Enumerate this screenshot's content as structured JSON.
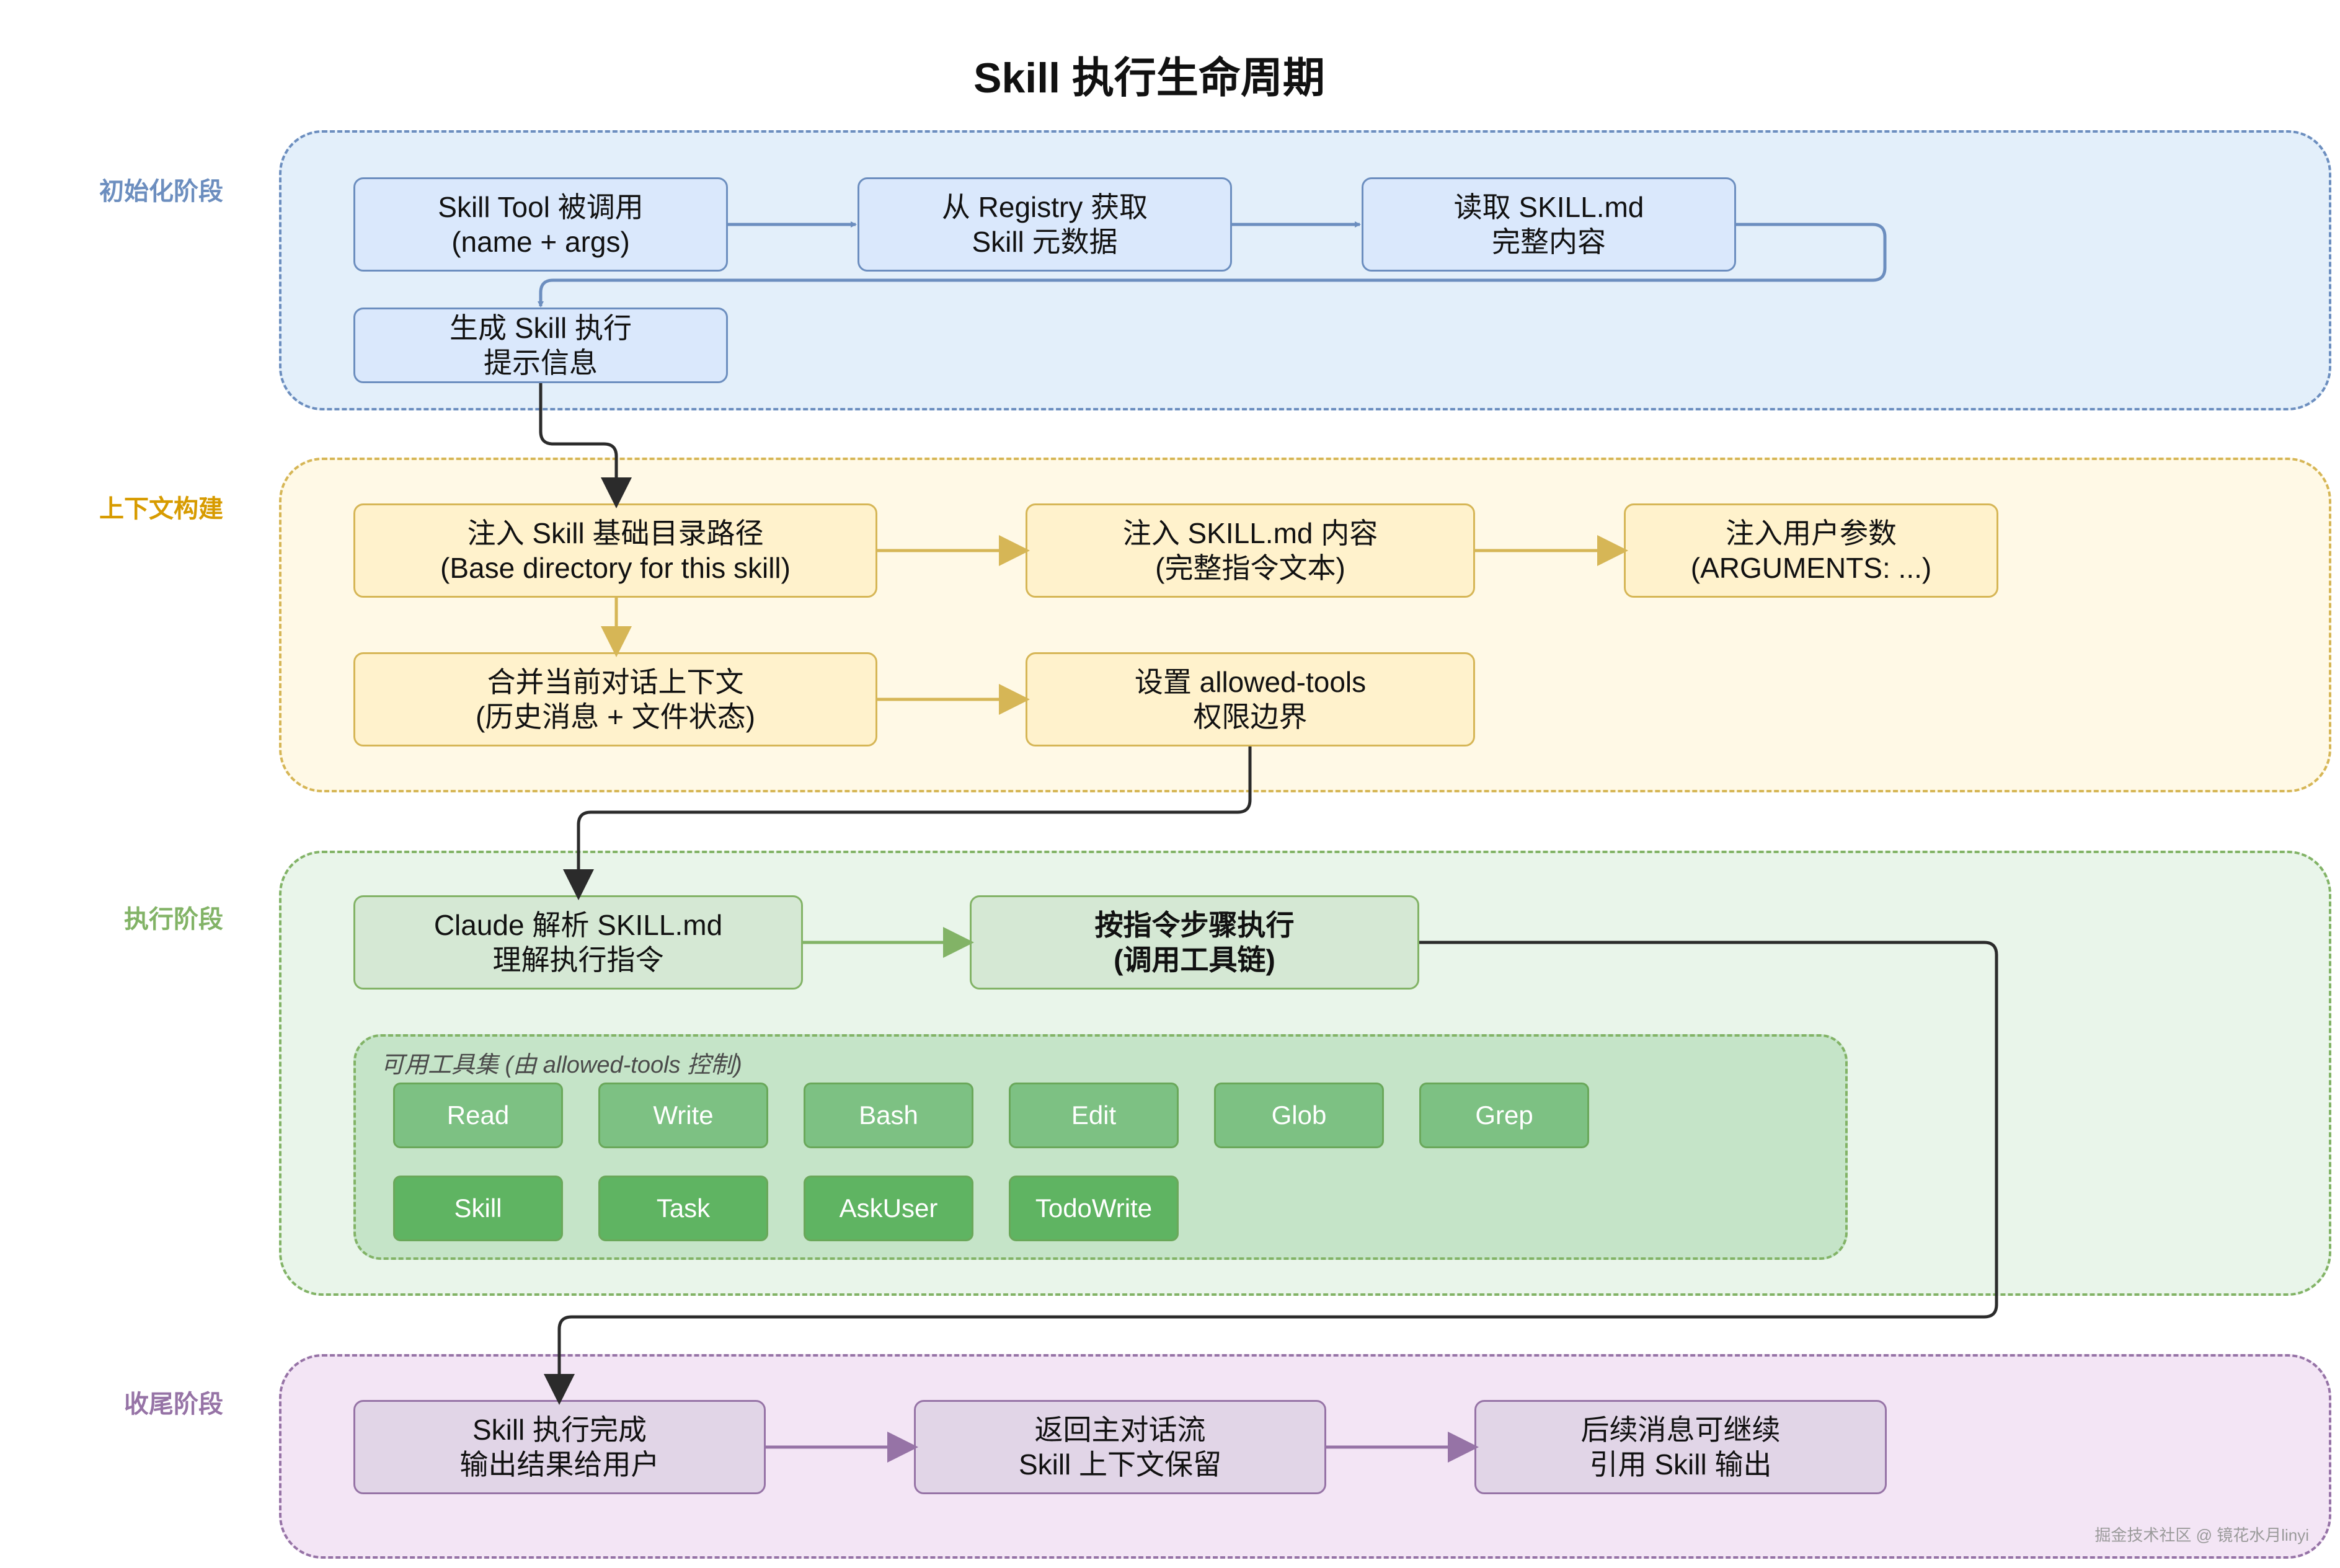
{
  "title": "Skill 执行生命周期",
  "colors": {
    "init_fill": "#e3effa",
    "init_border": "#6c8ebf",
    "init_node": "#dae8fc",
    "init_label": "#6c8ebf",
    "ctx_fill": "#fff9e6",
    "ctx_border": "#d6b656",
    "ctx_node": "#fff2cc",
    "ctx_label": "#d79b00",
    "exec_fill": "#e9f5ea",
    "exec_border": "#82b366",
    "exec_node": "#d5e8d4",
    "exec_label": "#82b366",
    "end_fill": "#f3e5f5",
    "end_border": "#9673a6",
    "end_node": "#e1d5e7",
    "end_label": "#9673a6",
    "connector": "#2b2b2b"
  },
  "phases": {
    "init": {
      "label": "初始化阶段",
      "n1": [
        "Skill Tool 被调用",
        "(name + args)"
      ],
      "n2": [
        "从 Registry 获取",
        "Skill 元数据"
      ],
      "n3": [
        "读取 SKILL.md",
        "完整内容"
      ],
      "n4": [
        "生成 Skill 执行",
        "提示信息"
      ]
    },
    "context": {
      "label": "上下文构建",
      "n1": [
        "注入 Skill 基础目录路径",
        "(Base directory for this skill)"
      ],
      "n2": [
        "注入 SKILL.md 内容",
        "(完整指令文本)"
      ],
      "n3": [
        "注入用户参数",
        "(ARGUMENTS: ...)"
      ],
      "n4": [
        "合并当前对话上下文",
        "(历史消息 + 文件状态)"
      ],
      "n5": [
        "设置 allowed-tools",
        "权限边界"
      ]
    },
    "exec": {
      "label": "执行阶段",
      "n1": [
        "Claude 解析 SKILL.md",
        "理解执行指令"
      ],
      "n2": [
        "按指令步骤执行",
        "(调用工具链)"
      ],
      "tools_label": "可用工具集 (由 allowed-tools 控制)",
      "tools_row1": [
        "Read",
        "Write",
        "Bash",
        "Edit",
        "Glob",
        "Grep"
      ],
      "tools_row2": [
        "Skill",
        "Task",
        "AskUser",
        "TodoWrite"
      ]
    },
    "end": {
      "label": "收尾阶段",
      "n1": [
        "Skill 执行完成",
        "输出结果给用户"
      ],
      "n2": [
        "返回主对话流",
        "Skill 上下文保留"
      ],
      "n3": [
        "后续消息可继续",
        "引用 Skill 输出"
      ]
    }
  },
  "watermark": "掘金技术社区 @ 镜花水月linyi"
}
